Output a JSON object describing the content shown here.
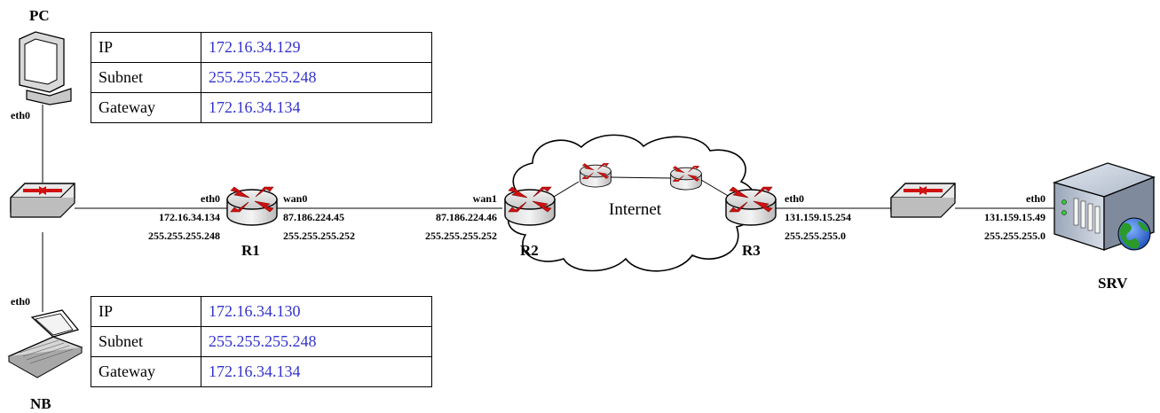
{
  "devices": {
    "pc": {
      "name": "PC",
      "iface": "eth0"
    },
    "nb": {
      "name": "NB",
      "iface": "eth0"
    },
    "r1": {
      "name": "R1",
      "left": {
        "iface": "eth0",
        "ip": "172.16.34.134",
        "mask": "255.255.255.248"
      },
      "right": {
        "iface": "wan0",
        "ip": "87.186.224.45",
        "mask": "255.255.255.252"
      }
    },
    "r2": {
      "name": "R2",
      "left": {
        "iface": "wan1",
        "ip": "87.186.224.46",
        "mask": "255.255.255.252"
      }
    },
    "r3": {
      "name": "R3",
      "right": {
        "iface": "eth0",
        "ip": "131.159.15.254",
        "mask": "255.255.255.0"
      }
    },
    "srv": {
      "name": "SRV",
      "iface": "eth0",
      "ip": "131.159.15.49",
      "mask": "255.255.255.0"
    }
  },
  "cloud": {
    "label": "Internet"
  },
  "tables": {
    "pc": [
      {
        "key": "IP",
        "value": "172.16.34.129"
      },
      {
        "key": "Subnet",
        "value": "255.255.255.248"
      },
      {
        "key": "Gateway",
        "value": "172.16.34.134"
      }
    ],
    "nb": [
      {
        "key": "IP",
        "value": "172.16.34.130"
      },
      {
        "key": "Subnet",
        "value": "255.255.255.248"
      },
      {
        "key": "Gateway",
        "value": "172.16.34.134"
      }
    ]
  },
  "colors": {
    "value_text": "#3333cc",
    "router_arrow": "#d01010",
    "globe": "#2a7a2a"
  }
}
